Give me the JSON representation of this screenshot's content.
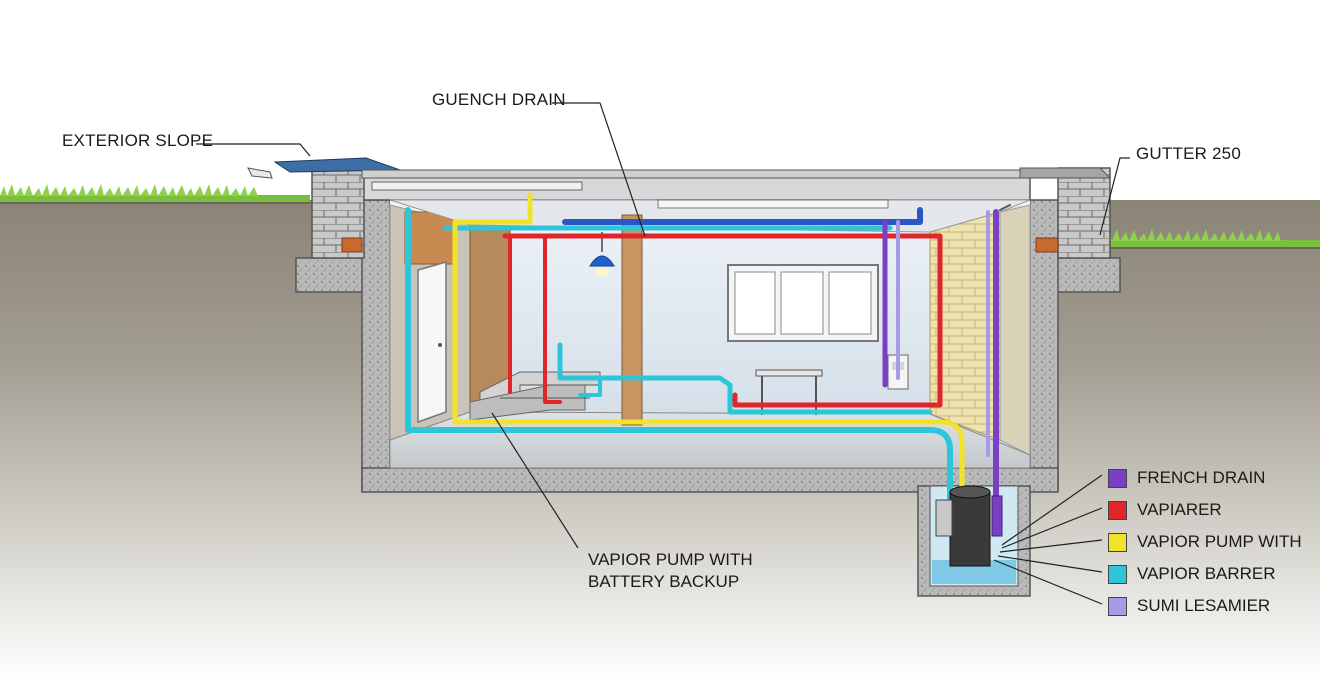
{
  "labels": {
    "exterior_slope": "EXTERIOR SLOPE",
    "quench_drain": "GUENCH DRAIN",
    "gutter": "GUTTER 250",
    "pump_line1": "VAPIOR PUMP WITH",
    "pump_line2": "BATTERY BACKUP"
  },
  "legend": [
    {
      "label": "FRENCH DRAIN",
      "color": "#7b3fc4"
    },
    {
      "label": "VAPIARER",
      "color": "#e0262b"
    },
    {
      "label": "VAPIOR PUMP WITH",
      "color": "#f2e22c"
    },
    {
      "label": "VAPIOR BARRER",
      "color": "#2ec5d8"
    },
    {
      "label": "SUMI LESAMIER",
      "color": "#a79be6"
    }
  ],
  "colors": {
    "soil": "#8e8778",
    "grass": "#7cbf3f",
    "concrete": "#a8a8a8",
    "wall": "#d9e3ec",
    "pipe_blue": "#2ec5d8",
    "pipe_red": "#e0262b",
    "pipe_yellow": "#f2e22c",
    "pipe_purple": "#7b3fc4",
    "pipe_dark_blue": "#2a56c8"
  },
  "icons": [
    "lamp-icon",
    "window-icon",
    "door-icon",
    "table-icon",
    "sump-pump-icon",
    "water-heater-icon"
  ]
}
